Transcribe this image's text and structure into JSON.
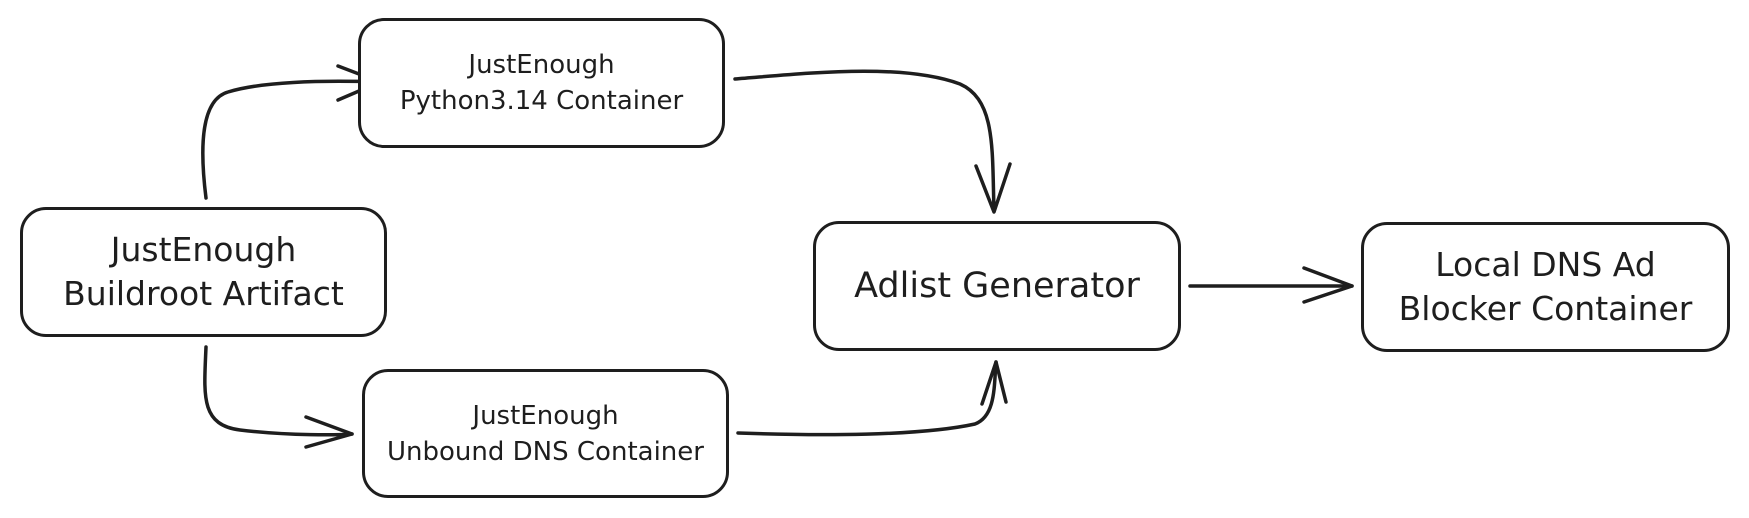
{
  "diagram": {
    "nodes": {
      "buildroot": {
        "lines": [
          "JustEnough",
          "Buildroot Artifact"
        ]
      },
      "python": {
        "lines": [
          "JustEnough",
          "Python3.14 Container"
        ]
      },
      "unbound": {
        "lines": [
          "JustEnough",
          "Unbound DNS Container"
        ]
      },
      "adlist": {
        "lines": [
          "Adlist Generator"
        ]
      },
      "local_dns": {
        "lines": [
          "Local DNS Ad",
          "Blocker Container"
        ]
      }
    },
    "edges": [
      {
        "from": "buildroot",
        "to": "python"
      },
      {
        "from": "buildroot",
        "to": "unbound"
      },
      {
        "from": "python",
        "to": "adlist"
      },
      {
        "from": "unbound",
        "to": "adlist"
      },
      {
        "from": "adlist",
        "to": "local_dns"
      }
    ],
    "colors": {
      "stroke": "#1e1e1e",
      "background": "#ffffff"
    }
  }
}
